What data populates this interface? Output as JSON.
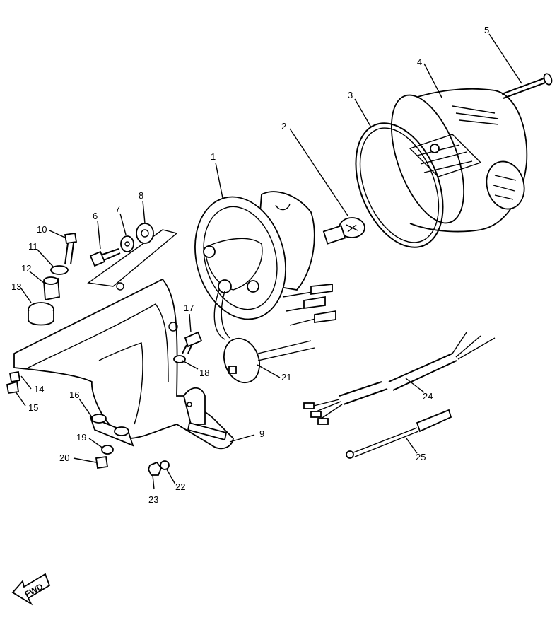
{
  "callouts": [
    "1",
    "2",
    "3",
    "4",
    "5",
    "6",
    "7",
    "8",
    "9",
    "10",
    "11",
    "12",
    "13",
    "14",
    "15",
    "16",
    "17",
    "18",
    "19",
    "20",
    "21",
    "22",
    "23",
    "24",
    "25"
  ],
  "fwd_label": "FWD"
}
